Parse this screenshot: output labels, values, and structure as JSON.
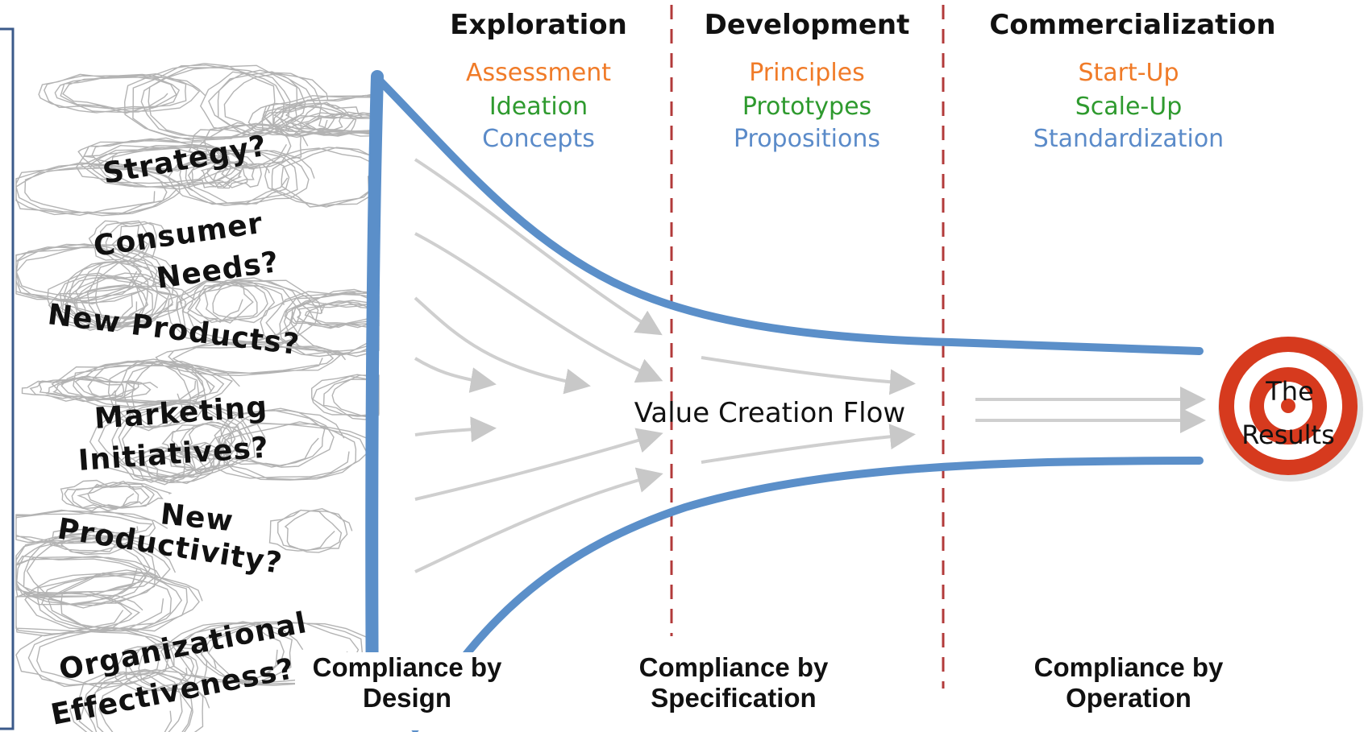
{
  "phases": [
    {
      "title": "Exploration",
      "stages": [
        "Assessment",
        "Ideation",
        "Concepts"
      ]
    },
    {
      "title": "Development",
      "stages": [
        "Principles",
        "Prototypes",
        "Propositions"
      ]
    },
    {
      "title": "Commercialization",
      "stages": [
        "Start-Up",
        "Scale-Up",
        "Standardization"
      ]
    }
  ],
  "stage_colors": [
    "#f07b28",
    "#2e9a2e",
    "#5b8bc9"
  ],
  "questions": [
    "Strategy?",
    "Consumer",
    "Needs?",
    "New Products?",
    "Marketing",
    "Initiatives?",
    "New",
    "Productivity?",
    "Organizational",
    "Effectiveness?"
  ],
  "flow_label": "Value Creation Flow",
  "target": {
    "line1": "The",
    "line2": "Results"
  },
  "compliance": [
    {
      "line1": "Compliance by",
      "line2": "Design"
    },
    {
      "line1": "Compliance by",
      "line2": "Specification"
    },
    {
      "line1": "Compliance by",
      "line2": "Operation"
    }
  ],
  "colors": {
    "funnel": "#5b8fc9",
    "divider": "#b23a3a",
    "target_red": "#d63a1e",
    "frame": "#3b5a8a"
  }
}
